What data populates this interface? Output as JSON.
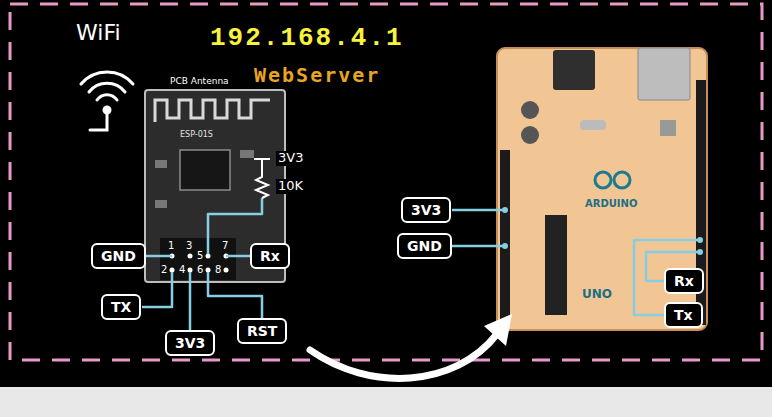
{
  "diagram": {
    "nodes": [
      {
        "text": [
          "GND"
        ]
      },
      {
        "text": [
          "Rx"
        ]
      },
      {
        "text": [
          "TX"
        ]
      },
      {
        "text": [
          "RST"
        ]
      },
      {
        "text": [
          "3V3"
        ]
      },
      {
        "text": [
          "3V3"
        ]
      },
      {
        "text": [
          "GND"
        ]
      },
      {
        "text": [
          "Rx"
        ]
      },
      {
        "text": [
          "Tx"
        ]
      }
    ],
    "labels": [
      "WiFi",
      "192.168.4.1",
      "WebServer",
      "PCB Antenna",
      "ESP-01S",
      "3V3",
      "10K",
      "1",
      "2",
      "3",
      "4",
      "5",
      "6",
      "7",
      "8",
      "ARDUINO",
      "UNO"
    ]
  }
}
